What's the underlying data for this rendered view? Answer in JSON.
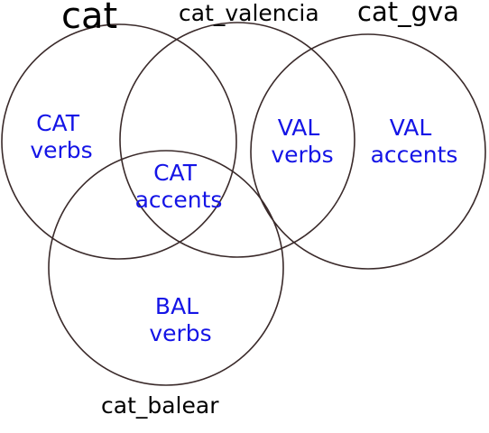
{
  "colors": {
    "circle_stroke": "#3a2a2a",
    "set_label": "#000000",
    "region_label": "#1414e6",
    "background": "#ffffff"
  },
  "sets": {
    "cat": "cat",
    "cat_valencia": "cat_valencia",
    "cat_gva": "cat_gva",
    "cat_balear": "cat_balear"
  },
  "regions": {
    "cat_verbs": {
      "line1": "CAT",
      "line2": "verbs"
    },
    "cat_accents": {
      "line1": "CAT",
      "line2": "accents"
    },
    "val_verbs": {
      "line1": "VAL",
      "line2": "verbs"
    },
    "val_accents": {
      "line1": "VAL",
      "line2": "accents"
    },
    "bal_verbs": {
      "line1": "BAL",
      "line2": "verbs"
    }
  }
}
